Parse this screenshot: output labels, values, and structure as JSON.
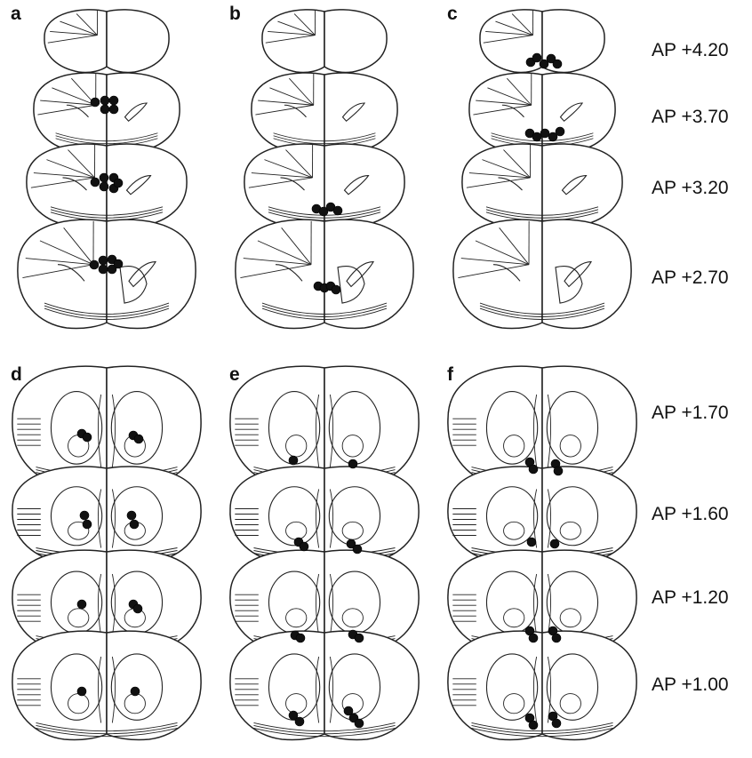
{
  "panels": [
    "a",
    "b",
    "c",
    "d",
    "e",
    "f"
  ],
  "top_row_levels": [
    "AP  +4.20",
    "AP  +3.70",
    "AP  +3.20",
    "AP  +2.70"
  ],
  "bottom_row_levels": [
    "AP  +1.70",
    "AP  +1.60",
    "AP  +1.20",
    "AP  +1.00"
  ]
}
